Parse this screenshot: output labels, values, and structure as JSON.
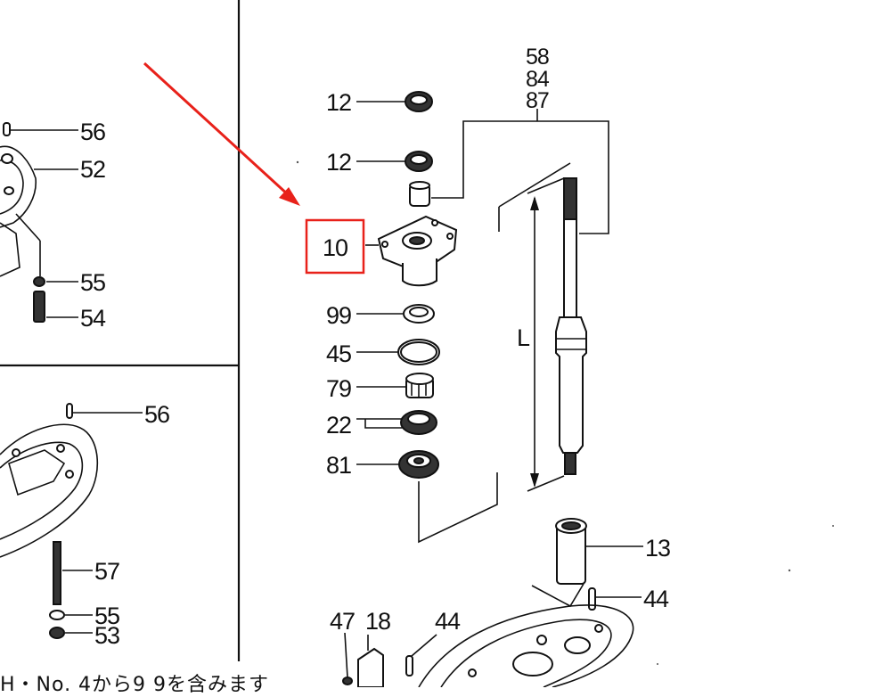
{
  "labels": {
    "p56a": "56",
    "p52": "52",
    "p55a": "55",
    "p54": "54",
    "p56b": "56",
    "p57": "57",
    "p55b": "55",
    "p53": "53",
    "p12a": "12",
    "p12b": "12",
    "p10": "10",
    "p99": "99",
    "p45": "45",
    "p79": "79",
    "p22": "22",
    "p81": "81",
    "p58": "58",
    "p84": "84",
    "p87": "87",
    "pL": "L",
    "p13": "13",
    "p44a": "44",
    "p47": "47",
    "p18": "18",
    "p44b": "44"
  },
  "caption": "H・No. 4から9 9を含みます",
  "colors": {
    "highlight": "#e8211a",
    "ink": "#111111"
  }
}
